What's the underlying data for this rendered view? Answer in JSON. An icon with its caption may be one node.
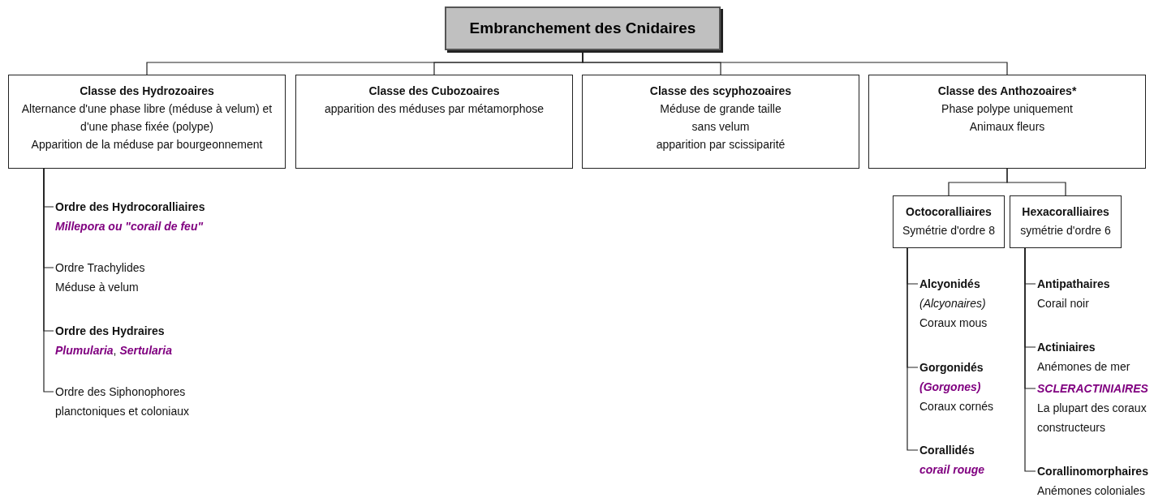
{
  "diagram": {
    "nodes": [
      {
        "text": [
          "Embranchement des Cnidaires"
        ]
      },
      {
        "text": [
          "Classe des Hydrozoaires",
          "Alternance d'une phase libre (méduse à velum) et d'une phase fixée (polype)",
          "Apparition de la méduse par bourgeonnement"
        ]
      },
      {
        "text": [
          "Classe des Cubozoaires",
          "apparition des méduses par métamorphose"
        ]
      },
      {
        "text": [
          "Classe des scyphozoaires",
          "Méduse de grande taille",
          "sans velum",
          "apparition par scissiparité"
        ]
      },
      {
        "text": [
          "Classe des Anthozoaires*",
          "Phase polype uniquement",
          "Animaux fleurs"
        ]
      },
      {
        "text": [
          "Octocoralliaires",
          "Symétrie d'ordre 8"
        ]
      },
      {
        "text": [
          "Hexacoralliaires",
          "symétrie d'ordre 6"
        ]
      },
      {
        "text": [
          "Ordre des Hydrocoralliaires",
          "*Millepora ou \"corail de feu\"*"
        ]
      },
      {
        "text": [
          "Ordre Trachylides",
          "Méduse à velum"
        ]
      },
      {
        "text": [
          "Ordre des Hydraires",
          "*Plumularia*, *Sertularia*"
        ]
      },
      {
        "text": [
          "Ordre des Siphonophores",
          "planctoniques et coloniaux"
        ]
      },
      {
        "text": [
          "Alcyonidés",
          "(Alcyonaires)",
          "Coraux mous"
        ]
      },
      {
        "text": [
          "Gorgonidés",
          "*(Gorgones)*",
          "Coraux cornés"
        ]
      },
      {
        "text": [
          "Corallidés",
          "*corail rouge*"
        ]
      },
      {
        "text": [
          "Antipathaires",
          "Corail noir"
        ]
      },
      {
        "text": [
          "Actiniaires",
          "Anémones de mer"
        ]
      },
      {
        "text": [
          "*SCLERACTINIAIRES*",
          "La plupart des coraux constructeurs"
        ]
      },
      {
        "text": [
          "Corallinomorphaires",
          "Anémones coloniales"
        ]
      }
    ],
    "edges": [
      {
        "from": 0,
        "to": 1,
        "arrow": "none"
      },
      {
        "from": 0,
        "to": 2,
        "arrow": "none"
      },
      {
        "from": 0,
        "to": 3,
        "arrow": "none"
      },
      {
        "from": 0,
        "to": 4,
        "arrow": "none"
      },
      {
        "from": 1,
        "to": 7,
        "arrow": "none"
      },
      {
        "from": 1,
        "to": 8,
        "arrow": "none"
      },
      {
        "from": 1,
        "to": 9,
        "arrow": "none"
      },
      {
        "from": 1,
        "to": 10,
        "arrow": "none"
      },
      {
        "from": 4,
        "to": 5,
        "arrow": "none"
      },
      {
        "from": 4,
        "to": 6,
        "arrow": "none"
      },
      {
        "from": 5,
        "to": 11,
        "arrow": "none"
      },
      {
        "from": 5,
        "to": 12,
        "arrow": "none"
      },
      {
        "from": 5,
        "to": 13,
        "arrow": "none"
      },
      {
        "from": 6,
        "to": 14,
        "arrow": "none"
      },
      {
        "from": 6,
        "to": 15,
        "arrow": "none"
      },
      {
        "from": 6,
        "to": 16,
        "arrow": "none"
      },
      {
        "from": 6,
        "to": 17,
        "arrow": "none"
      }
    ]
  }
}
